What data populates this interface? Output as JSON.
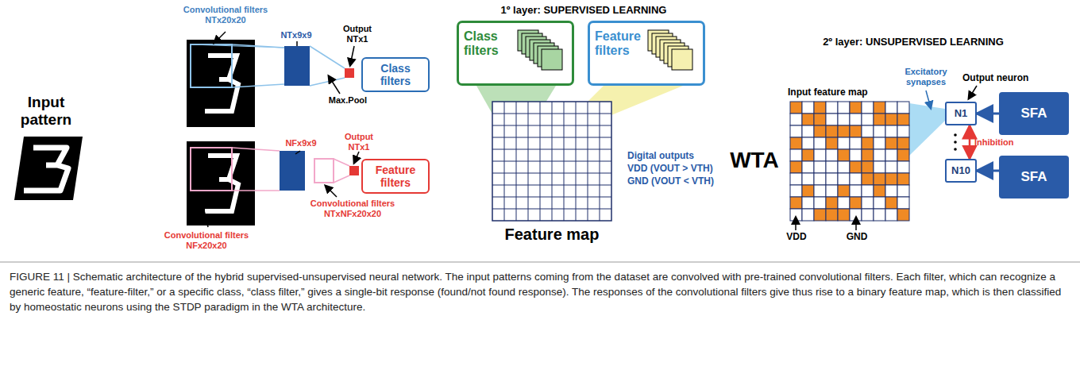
{
  "diagram": {
    "caption": "FIGURE 11 | Schematic architecture of the hybrid supervised-unsupervised neural network. The input patterns coming from the dataset are convolved with pre-trained convolutional filters. Each filter, which can recognize a generic feature, “feature-filter,” or a specific class, “class filter,” gives a single-bit response (found/not found response). The responses of the convolutional filters give thus rise to a binary feature map, which is then classified by homeostatic neurons using the STDP paradigm in the WTA architecture.",
    "nodes": [
      {
        "text": [
          "Class filters"
        ]
      },
      {
        "text": [
          "Feature filters"
        ]
      },
      {
        "text": [
          "Class filters"
        ]
      },
      {
        "text": [
          "Feature filters"
        ]
      },
      {
        "text": [
          "N1"
        ]
      },
      {
        "text": [
          "N10"
        ]
      },
      {
        "text": [
          "SFA"
        ]
      },
      {
        "text": [
          "SFA"
        ]
      }
    ],
    "edges": [
      {
        "from": 6,
        "to": 4,
        "arrow": "to"
      },
      {
        "from": 7,
        "to": 5,
        "arrow": "to"
      },
      {
        "from": 4,
        "to": 5,
        "label": "Inhibition",
        "arrow": "both"
      }
    ],
    "labels": [
      "Input pattern",
      "Convolutional filters NTx20x20",
      "NTx9x9",
      "Output NTx1",
      "Max.Pool",
      "NFx9x9",
      "Output NTx1",
      "Convolutional filters NTxNFx20x20",
      "Convolutional filters NFx20x20",
      "1º layer: SUPERVISED LEARNING",
      "Digital outputs",
      "VDD (VOUT > VTH)",
      "GND (VOUT < VTH)",
      "Feature map",
      "2º layer: UNSUPERVISED LEARNING",
      "WTA",
      "Input feature map",
      "Excitatory synapses",
      "Output neuron",
      "VDD",
      "GND"
    ]
  }
}
